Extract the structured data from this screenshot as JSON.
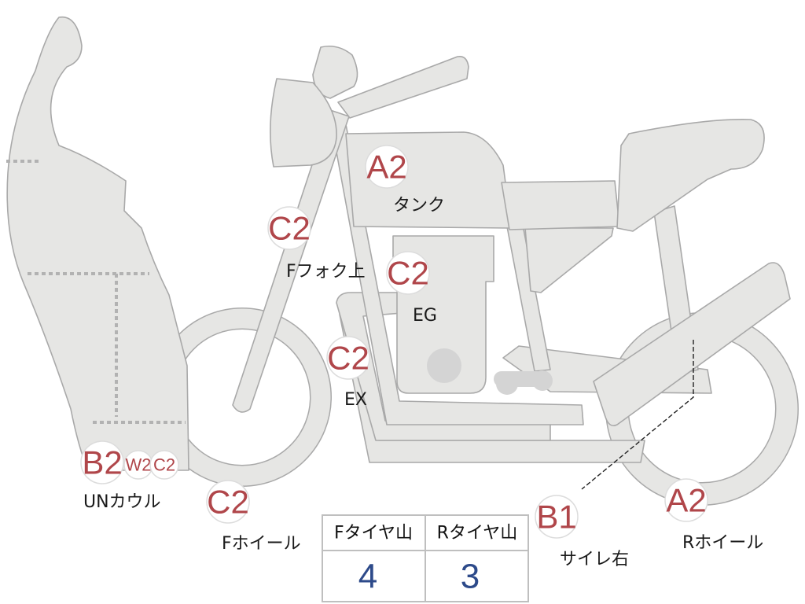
{
  "parts": [
    {
      "id": "tank",
      "grade": "A2",
      "label": "タンク"
    },
    {
      "id": "fork-upper",
      "grade": "C2",
      "label": "Fフォク上"
    },
    {
      "id": "engine",
      "grade": "C2",
      "label": "EG"
    },
    {
      "id": "exhaust",
      "grade": "C2",
      "label": "EX"
    },
    {
      "id": "under-cowl",
      "grade": "B2",
      "extra_grades": [
        "W2",
        "C2"
      ],
      "label": "UNカウル"
    },
    {
      "id": "front-wheel",
      "grade": "C2",
      "label": "Fホイール"
    },
    {
      "id": "silencer-r",
      "grade": "B1",
      "label": "サイレ右"
    },
    {
      "id": "rear-wheel",
      "grade": "A2",
      "label": "Rホイール"
    }
  ],
  "tyre_table": {
    "headers": [
      "Fタイヤ山",
      "Rタイヤ山"
    ],
    "values": [
      "4",
      "3"
    ]
  },
  "colors": {
    "body_fill": "#e6e6e4",
    "outline": "#a9a9a9",
    "grade_text": "#b0464a",
    "tyre_value": "#2d4a8a"
  }
}
